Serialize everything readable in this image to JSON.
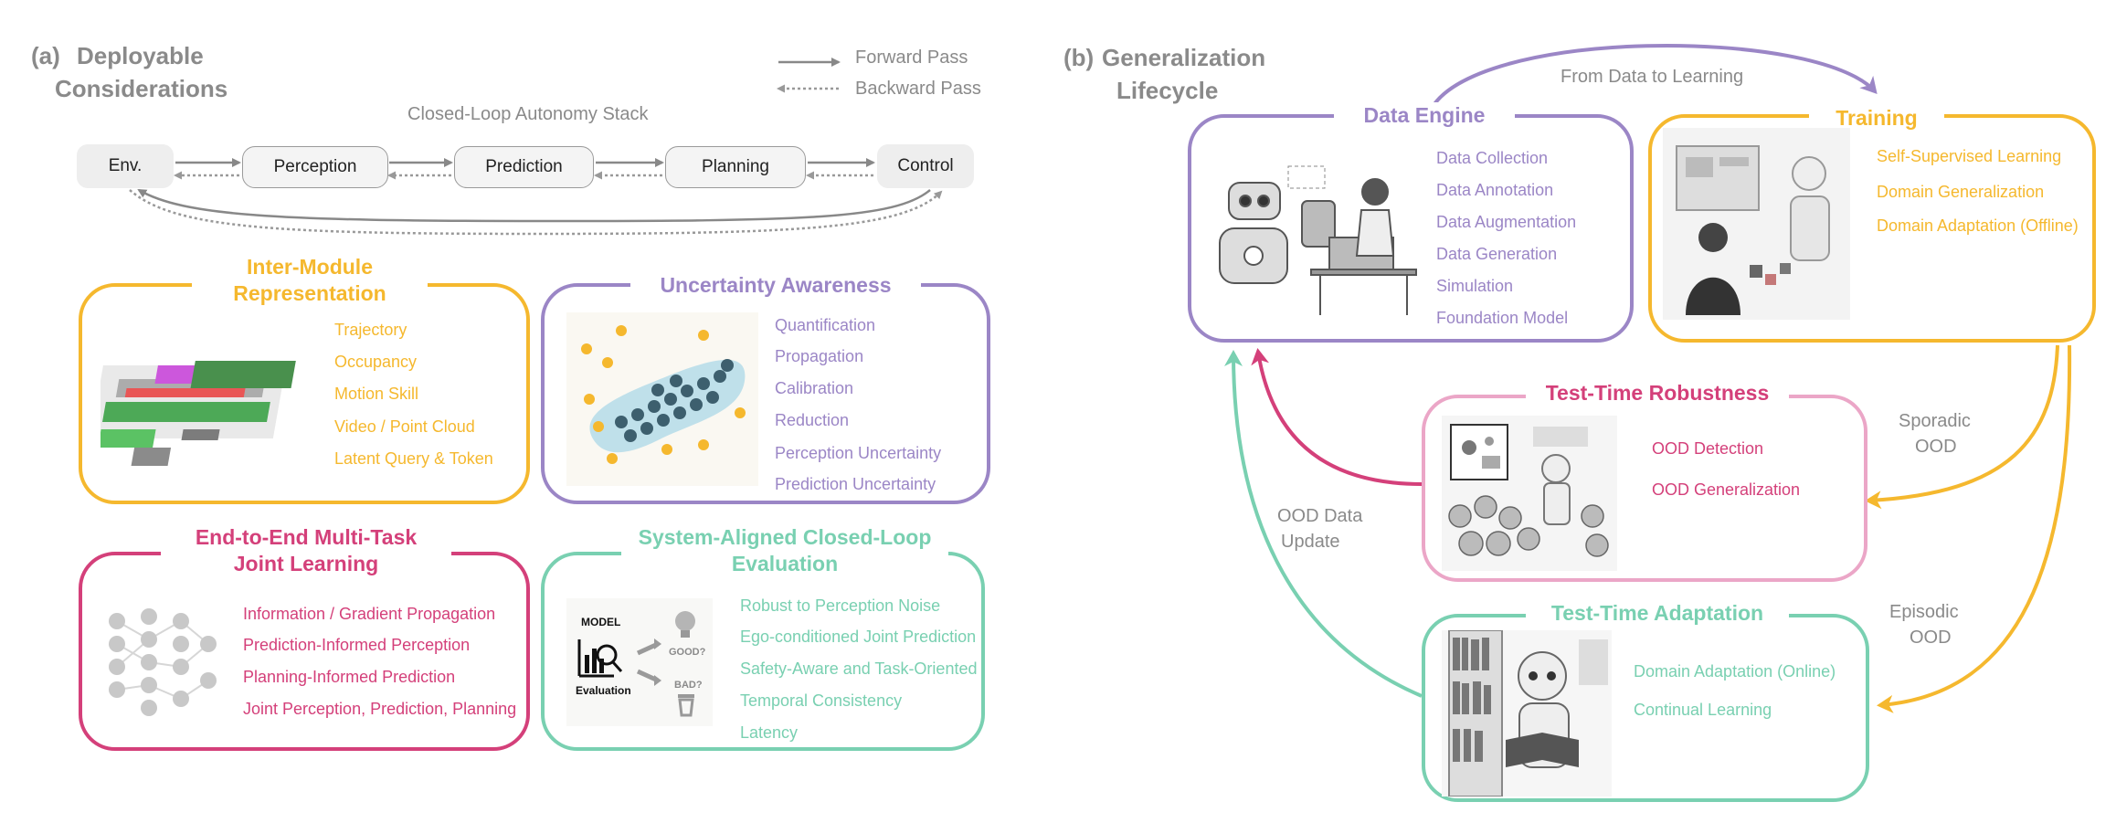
{
  "panel_a": {
    "label": "(a)",
    "title_line1": "Deployable",
    "title_line2": "Considerations",
    "legend": {
      "forward": "Forward Pass",
      "backward": "Backward Pass"
    },
    "stack_title": "Closed-Loop Autonomy Stack",
    "nodes": [
      "Env.",
      "Perception",
      "Prediction",
      "Planning",
      "Control"
    ],
    "inter_module": {
      "title_line1": "Inter-Module",
      "title_line2": "Representation",
      "items": [
        "Trajectory",
        "Occupancy",
        "Motion Skill",
        "Video / Point Cloud",
        "Latent Query & Token"
      ]
    },
    "uncertainty": {
      "title": "Uncertainty Awareness",
      "items": [
        "Quantification",
        "Propagation",
        "Calibration",
        "Reduction",
        "Perception Uncertainty",
        "Prediction Uncertainty"
      ]
    },
    "e2e": {
      "title_line1": "End-to-End Multi-Task",
      "title_line2": "Joint Learning",
      "items": [
        "Information / Gradient Propagation",
        "Prediction-Informed Perception",
        "Planning-Informed Prediction",
        "Joint Perception, Prediction, Planning"
      ]
    },
    "closed_loop": {
      "title_line1": "System-Aligned Closed-Loop",
      "title_line2": "Evaluation",
      "items": [
        "Robust to Perception Noise",
        "Ego-conditioned Joint Prediction",
        "Safety-Aware and Task-Oriented",
        "Temporal Consistency",
        "Latency"
      ],
      "icon_text": {
        "model": "MODEL",
        "evaluation": "Evaluation",
        "good": "GOOD?",
        "bad": "BAD?"
      }
    }
  },
  "panel_b": {
    "label": "(b)",
    "title_line1": "Generalization",
    "title_line2": "Lifecycle",
    "arc_label": "From Data to Learning",
    "data_engine": {
      "title": "Data Engine",
      "items": [
        "Data Collection",
        "Data Annotation",
        "Data Augmentation",
        "Data Generation",
        "Simulation",
        "Foundation Model"
      ]
    },
    "training": {
      "title": "Training",
      "items": [
        "Self-Supervised Learning",
        "Domain Generalization",
        "Domain Adaptation (Offline)"
      ]
    },
    "robustness": {
      "title": "Test-Time Robustness",
      "items": [
        "OOD Detection",
        "OOD Generalization"
      ]
    },
    "adaptation": {
      "title": "Test-Time  Adaptation",
      "items": [
        "Domain Adaptation (Online)",
        "Continual Learning"
      ]
    },
    "labels": {
      "sporadic_l1": "Sporadic",
      "sporadic_l2": "OOD",
      "episodic_l1": "Episodic",
      "episodic_l2": "OOD",
      "ood_l1": "OOD Data",
      "ood_l2": "Update"
    }
  },
  "colors": {
    "yellow": "#f5b82e",
    "purple": "#9b86c6",
    "pink": "#d4407a",
    "green": "#79d0b1",
    "gray": "#8a8a8a"
  }
}
